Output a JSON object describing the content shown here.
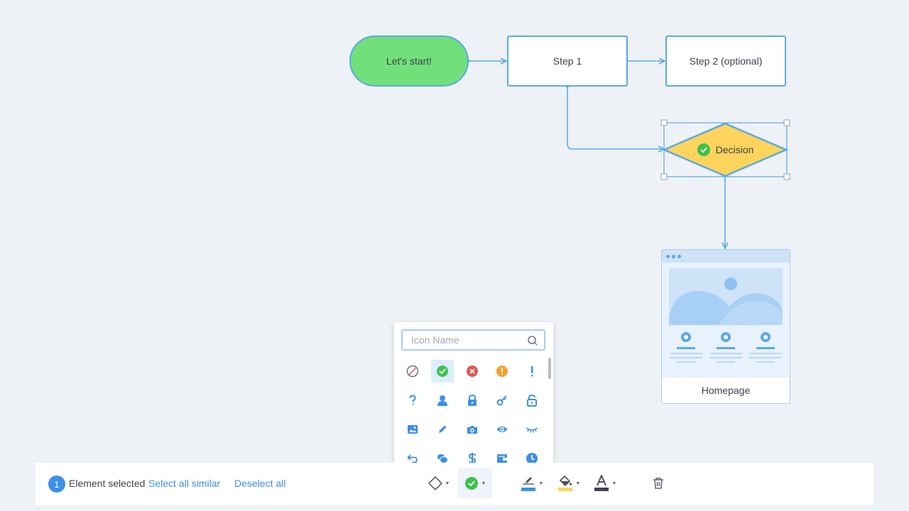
{
  "diagram": {
    "nodes": {
      "start": "Let's start!",
      "step1": "Step 1",
      "step2": "Step 2 (optional)",
      "decision": "Decision",
      "homepage": "Homepage"
    }
  },
  "icon_picker": {
    "search_placeholder": "Icon Name",
    "selected_icon": "check-circle-icon",
    "icons": [
      "forbidden-icon",
      "check-circle-icon",
      "close-circle-icon",
      "warning-circle-icon",
      "exclamation-icon",
      "question-icon",
      "user-icon",
      "lock-icon",
      "key-icon",
      "unlock-icon",
      "image-icon",
      "pencil-icon",
      "camera-icon",
      "eye-icon",
      "eye-closed-icon",
      "undo-icon",
      "coins-icon",
      "dollar-icon",
      "wallet-icon",
      "clock-icon"
    ]
  },
  "bottom_bar": {
    "count": "1",
    "selected_text": "Element selected",
    "select_all_similar": "Select all similar",
    "deselect_all": "Deselect all"
  },
  "colors": {
    "accent": "#3d8fe8",
    "connector": "#5aa9e6",
    "start_fill": "#72e07a",
    "decision_fill": "#ffd45c",
    "background": "#eef2f6"
  }
}
